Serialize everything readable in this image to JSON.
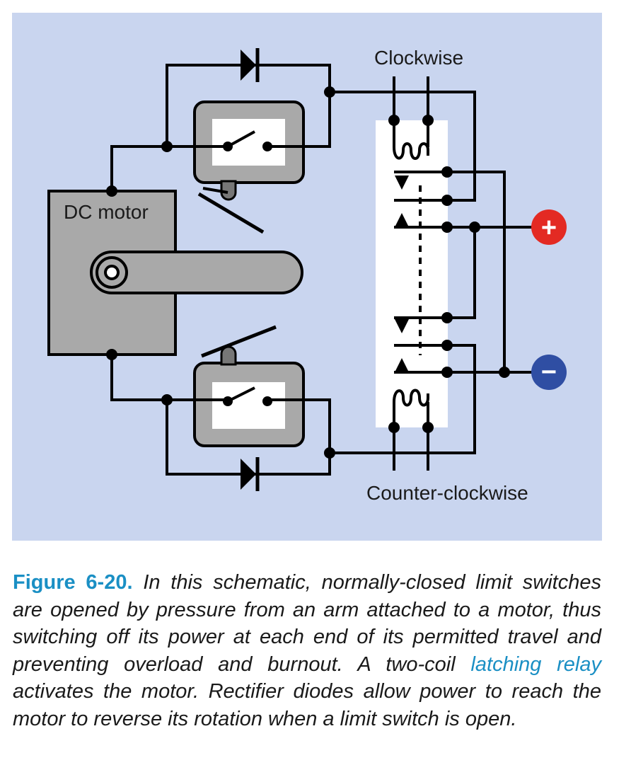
{
  "diagram": {
    "label_clockwise": "Clockwise",
    "label_counter_clockwise": "Counter-clockwise",
    "label_motor": "DC motor",
    "plus_symbol": "+",
    "minus_symbol": "−",
    "colors": {
      "background": "#c9d5ef",
      "switch_housing": "#a9a9a9",
      "relay_panel": "#ffffff",
      "positive_terminal": "#e32a23",
      "negative_terminal": "#2f4ea3",
      "wire": "#000000"
    }
  },
  "caption": {
    "figure_label": "Figure 6-20.",
    "text_before_link": "In this schematic, normally-closed limit switches are opened by pressure from an arm attached to a motor, thus switching off its power at each end of its permitted travel and preventing overload and burnout. A two-coil",
    "link_text": "latching relay",
    "text_after_link": "activates the motor. Rectifier diodes allow power to reach the motor to reverse its rotation when a limit switch is open."
  }
}
